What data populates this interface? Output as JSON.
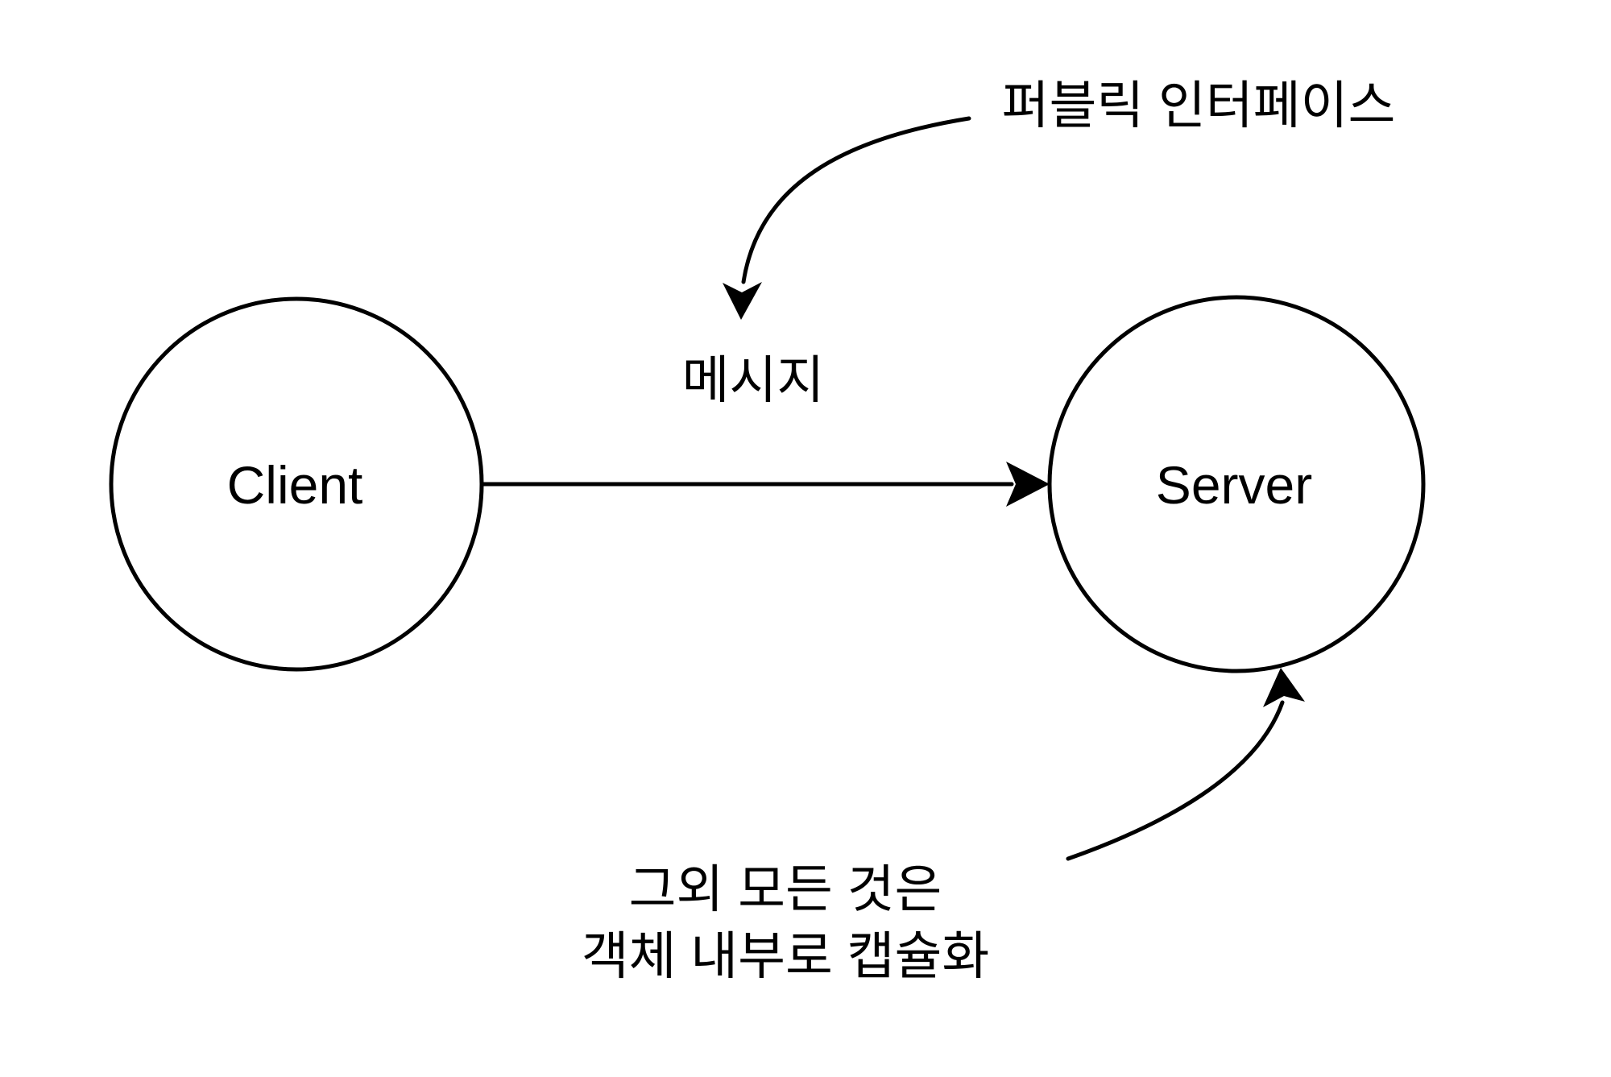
{
  "diagram": {
    "title": "client-server message diagram",
    "background_color": "#ffffff",
    "stroke_color": "#000000",
    "nodes": [
      {
        "id": "client",
        "label": "Client"
      },
      {
        "id": "server",
        "label": "Server"
      }
    ],
    "edge": {
      "from": "client",
      "to": "server",
      "label": "메시지"
    },
    "annotations": {
      "public_interface": "퍼블릭 인터페이스",
      "encapsulation_line1": "그외 모든 것은",
      "encapsulation_line2": "객체 내부로 캡슐화"
    }
  }
}
